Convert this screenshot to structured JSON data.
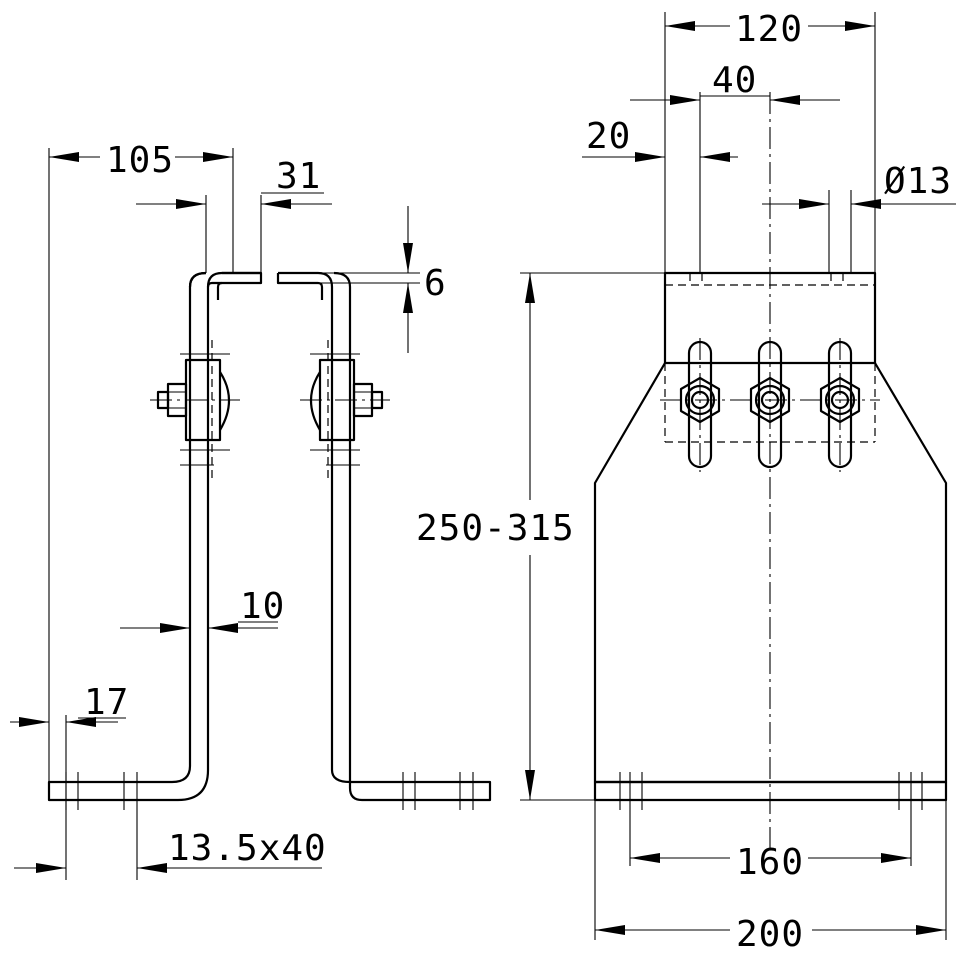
{
  "dimensions": {
    "d_105": "105",
    "d_31": "31",
    "d_6": "6",
    "d_10": "10",
    "d_17": "17",
    "d_slot": "13.5x40",
    "d_120": "120",
    "d_40": "40",
    "d_20": "20",
    "d_dia13": "Ø13",
    "d_height": "250-315",
    "d_160": "160",
    "d_200": "200"
  }
}
